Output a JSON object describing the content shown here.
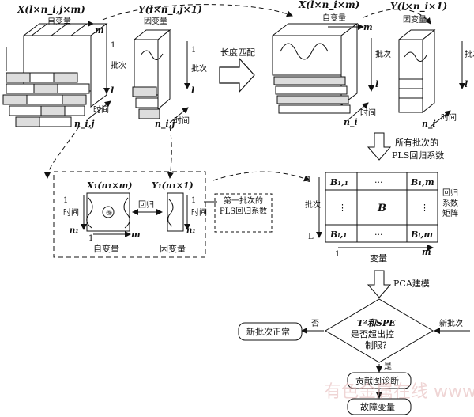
{
  "top": {
    "x_label": "X(l×n_i,j×m)",
    "x_sub": "自变量",
    "y_label": "Y(l×n_i,j×1)",
    "y_sub": "因变量",
    "x_label_r": "X(l×n_i×m)",
    "x_sub_r": "自变量",
    "y_label_r": "Y(l×n_i×1)",
    "y_sub_r": "因变量",
    "m": "m",
    "one": "1",
    "l": "l",
    "batch": "批次",
    "time": "时间",
    "n_ij": "n_i,j",
    "n_i": "n_i",
    "align": "长度匹配"
  },
  "mid": {
    "pls_all": "所有批次的",
    "pls_all2": "PLS回归系数",
    "x1": "X₁(n₁×m)",
    "y1": "Y₁(n₁×1)",
    "regress": "回归",
    "time": "时间",
    "n1": "n₁",
    "one": "1",
    "m": "m",
    "circled": "⑨",
    "indep": "自变量",
    "dep": "因变量",
    "first_batch": "第一批次的PLS回归系数",
    "b11": "B₁,₁",
    "b1m": "B₁,m",
    "bl1": "Bₗ,₁",
    "blm": "Bₗ,m",
    "b": "B",
    "dots_h": "···",
    "dots_v": "⋮",
    "batch": "批次",
    "L": "L",
    "variable": "变量",
    "coef_matrix": "回归系数矩阵"
  },
  "bottom": {
    "pca": "PCA建模",
    "cond1": "T²和SPE",
    "cond2": "是否超出控",
    "cond3": "制限？",
    "new_batch": "新批次",
    "no": "否",
    "yes": "是",
    "normal": "新批次正常",
    "contrib": "贡献图诊断",
    "fault": "故障变量"
  },
  "watermark": "有色金属在线 www.cnnmol.com"
}
